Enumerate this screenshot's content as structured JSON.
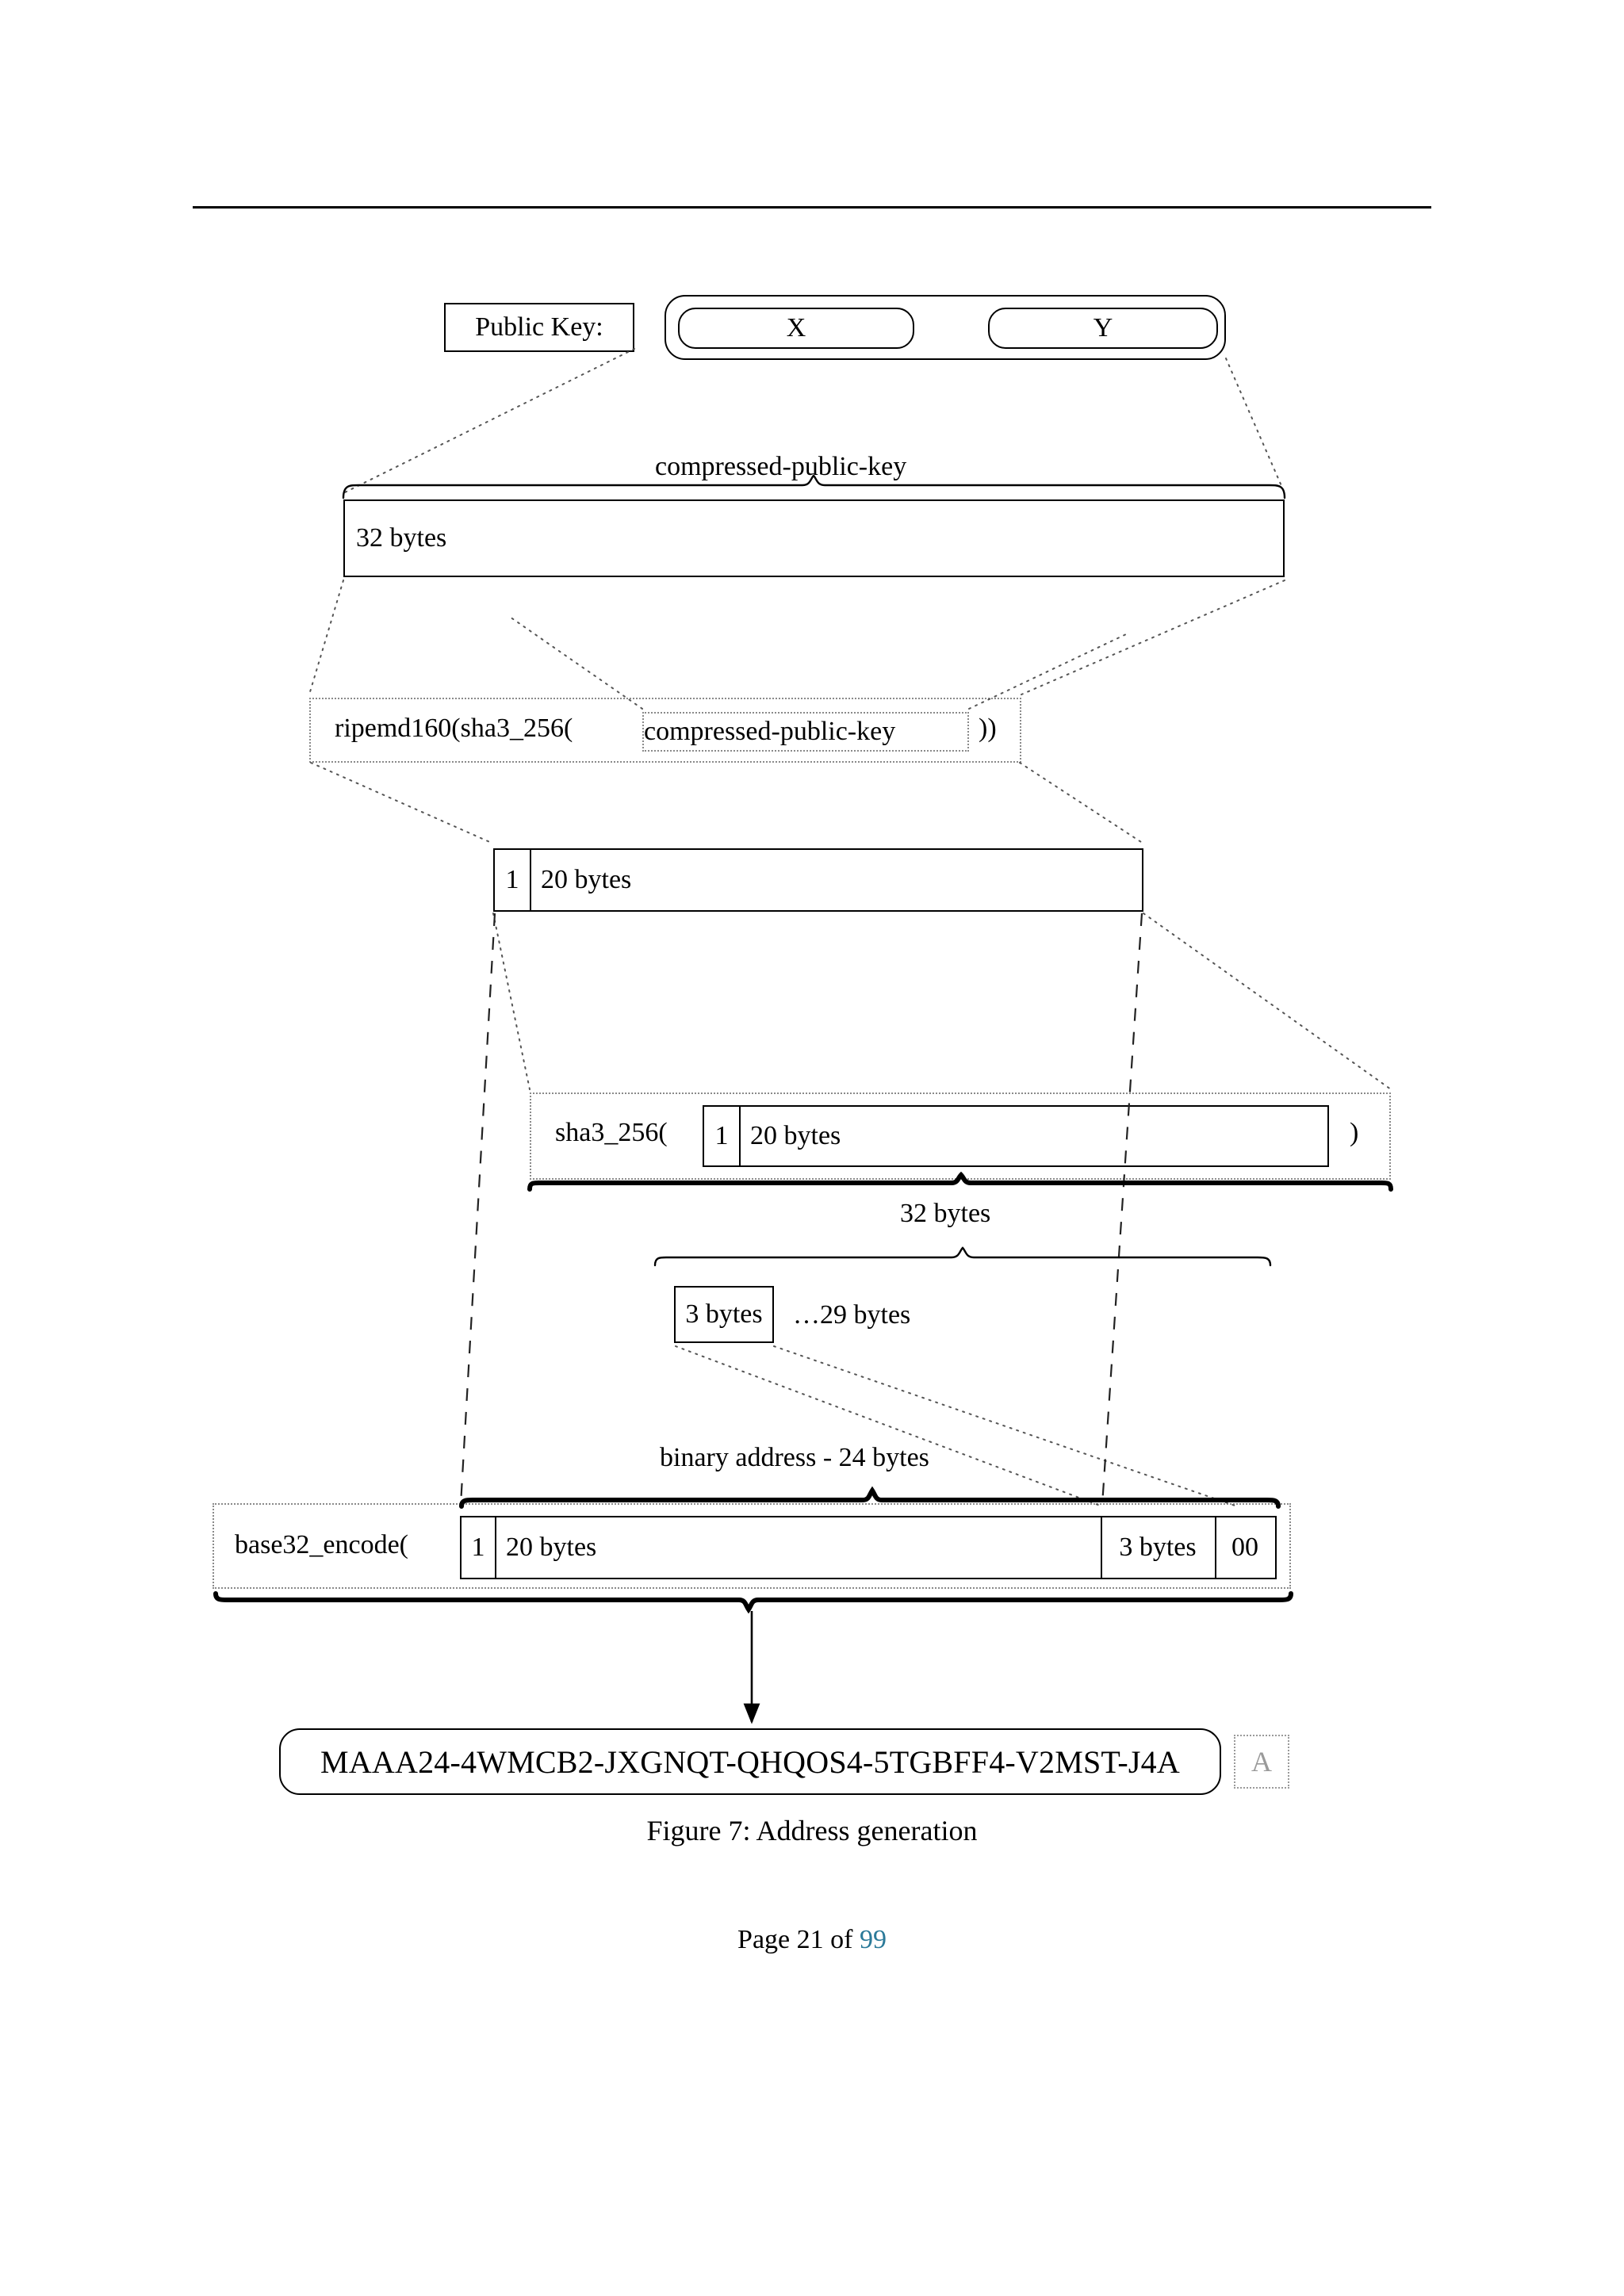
{
  "document": {
    "figure_caption": "Figure 7: Address generation",
    "footer": {
      "prefix": "Page 21 of ",
      "total_pages": "99",
      "link_color": "#2b7a99"
    }
  },
  "figure": {
    "public_key_row": {
      "label": "Public Key:",
      "x_part": "X",
      "y_part": "Y"
    },
    "compressed_key": {
      "brace_label": "compressed-public-key",
      "box_label": "32 bytes"
    },
    "hash_expr": {
      "prefix": "ripemd160(sha3_256(",
      "argument": "compressed-public-key",
      "suffix": "))"
    },
    "ripemd_result": {
      "version_byte": "1",
      "body_label": "20 bytes"
    },
    "sha3_expr": {
      "prefix": "sha3_256(",
      "version_byte": "1",
      "body_label": "20 bytes",
      "suffix": ")",
      "brace_label": "32 bytes"
    },
    "checksum": {
      "box_label": "3 bytes",
      "rest_label": "…29 bytes"
    },
    "binary_address": {
      "brace_label": "binary address - 24 bytes",
      "encode_prefix": "base32_encode(",
      "version_byte": "1",
      "body_label": "20 bytes",
      "checksum_label": "3 bytes",
      "padding_label": "00"
    },
    "final_address": {
      "value": "MAAA24-4WMCB2-JXGNQT-QHQOS4-5TGBFF4-V2MST-J4A",
      "badge": "A"
    }
  }
}
